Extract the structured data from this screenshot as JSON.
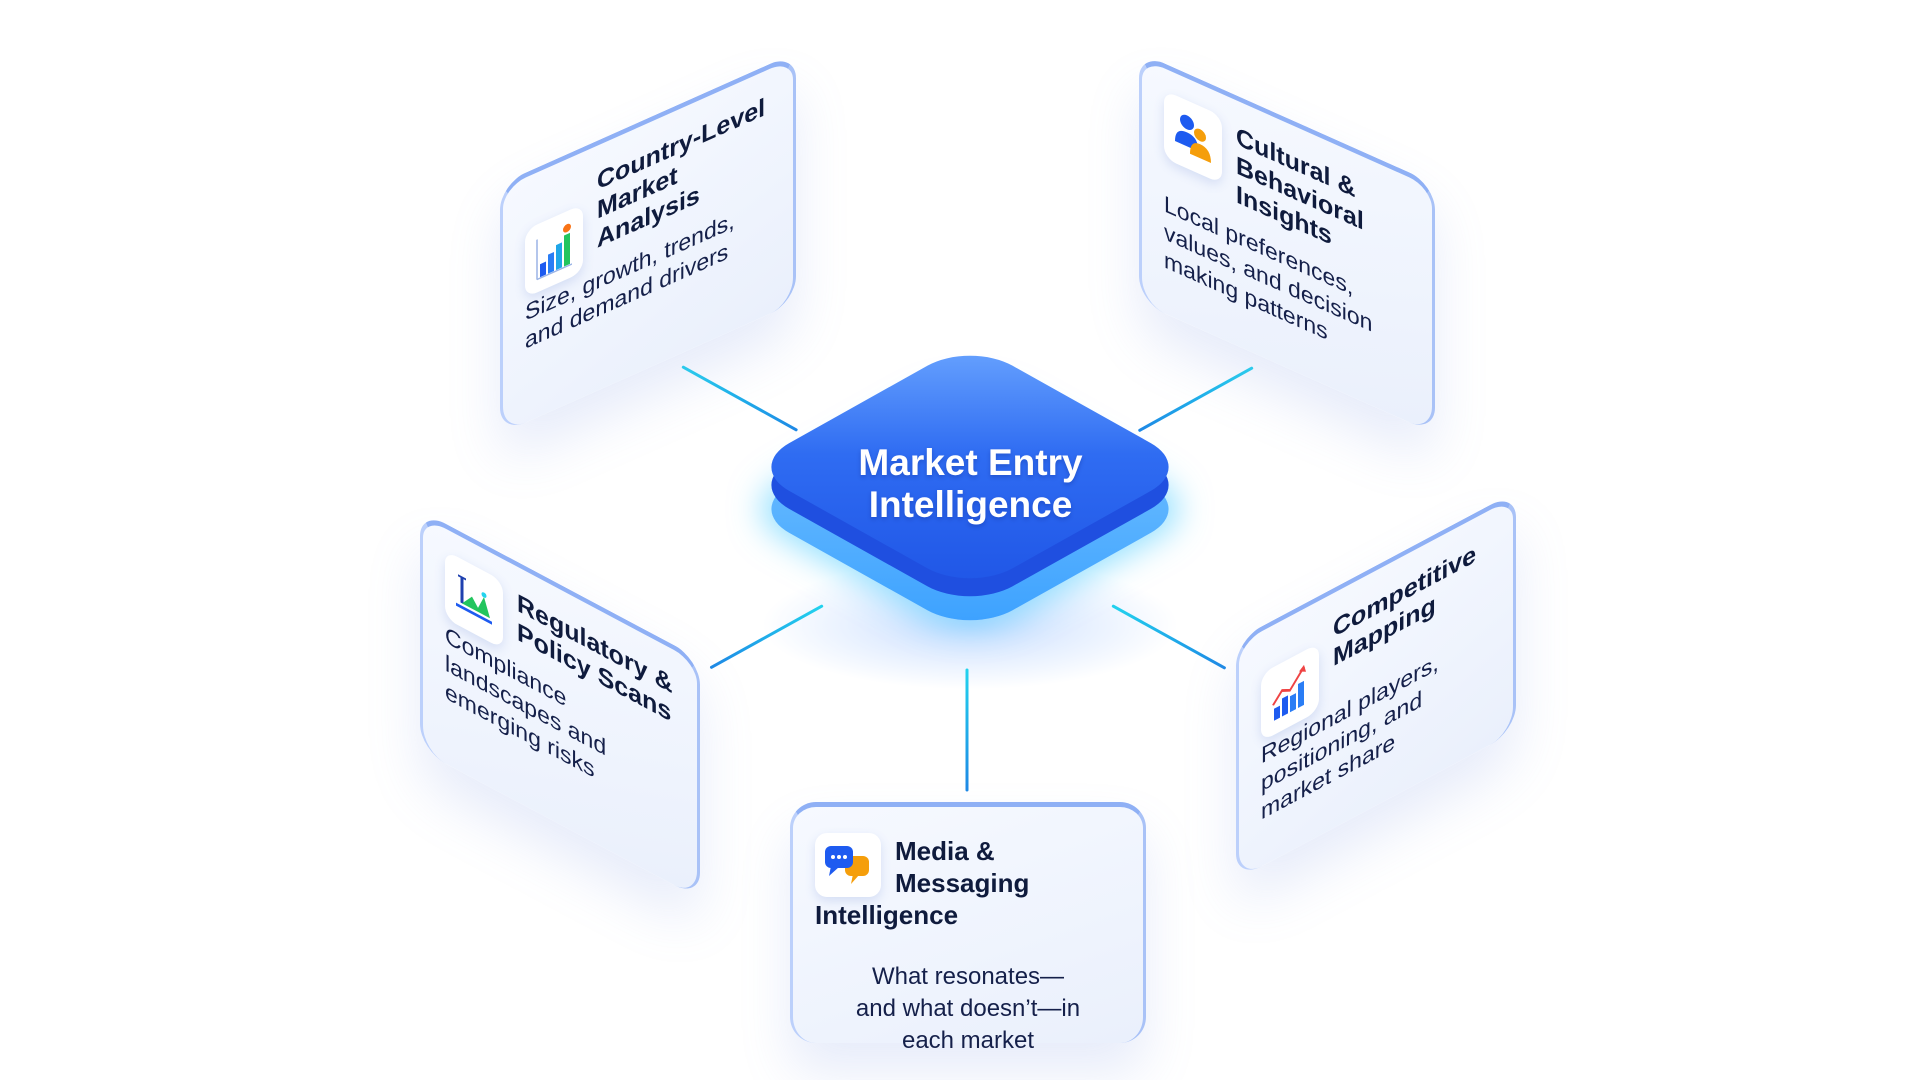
{
  "center": {
    "title_line1": "Market Entry",
    "title_line2": "Intelligence"
  },
  "cards": {
    "country": {
      "title": "Country-Level Market Analysis",
      "description": "Size, growth, trends, and demand drivers",
      "icon": "bar-chart-icon"
    },
    "cultural": {
      "title": "Cultural & Behavioral Insights",
      "description": "Local preferences, values, and decision making patterns",
      "icon": "people-icon"
    },
    "regulatory": {
      "title": "Regulatory & Policy Scans",
      "description": "Compliance landscapes and emerging risks",
      "icon": "policy-chart-icon"
    },
    "competitive": {
      "title": "Competitive Mapping",
      "description": "Regional players, positioning, and market share",
      "icon": "trend-chart-icon"
    },
    "media": {
      "title": "Media & Messaging Intelligence",
      "description": "What resonates—and what doesn’t—in each market",
      "icon": "chat-bubbles-icon"
    }
  },
  "colors": {
    "primary": "#2f6cf2",
    "connector": "#22d3ee",
    "accent_orange": "#f59e0b",
    "text": "#0f1b3d"
  }
}
